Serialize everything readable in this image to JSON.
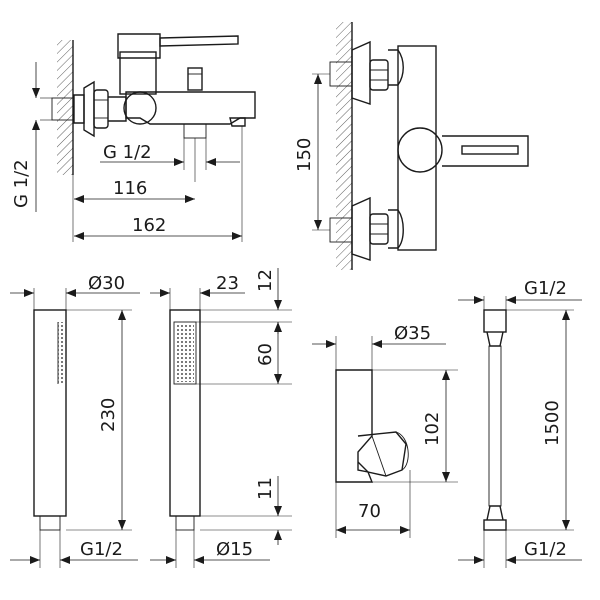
{
  "labels": {
    "mixer_inlet_thread_vertical": "G 1/2",
    "mixer_outlet_thread": "G 1/2",
    "mixer_width_116": "116",
    "mixer_width_162": "162",
    "mixer_centers_150": "150",
    "hand_shower_diameter": "Ø30",
    "hand_shower_length": "230",
    "hand_shower_thread": "G1/2",
    "side_view_width": "23",
    "side_view_top_offset": "12",
    "side_view_spray_height": "60",
    "side_view_bottom_offset": "11",
    "side_view_connector_diameter": "Ø15",
    "holder_diameter": "Ø35",
    "holder_height": "102",
    "holder_depth": "70",
    "hose_thread_top": "G1/2",
    "hose_length": "1500",
    "hose_thread_bottom": "G1/2"
  }
}
